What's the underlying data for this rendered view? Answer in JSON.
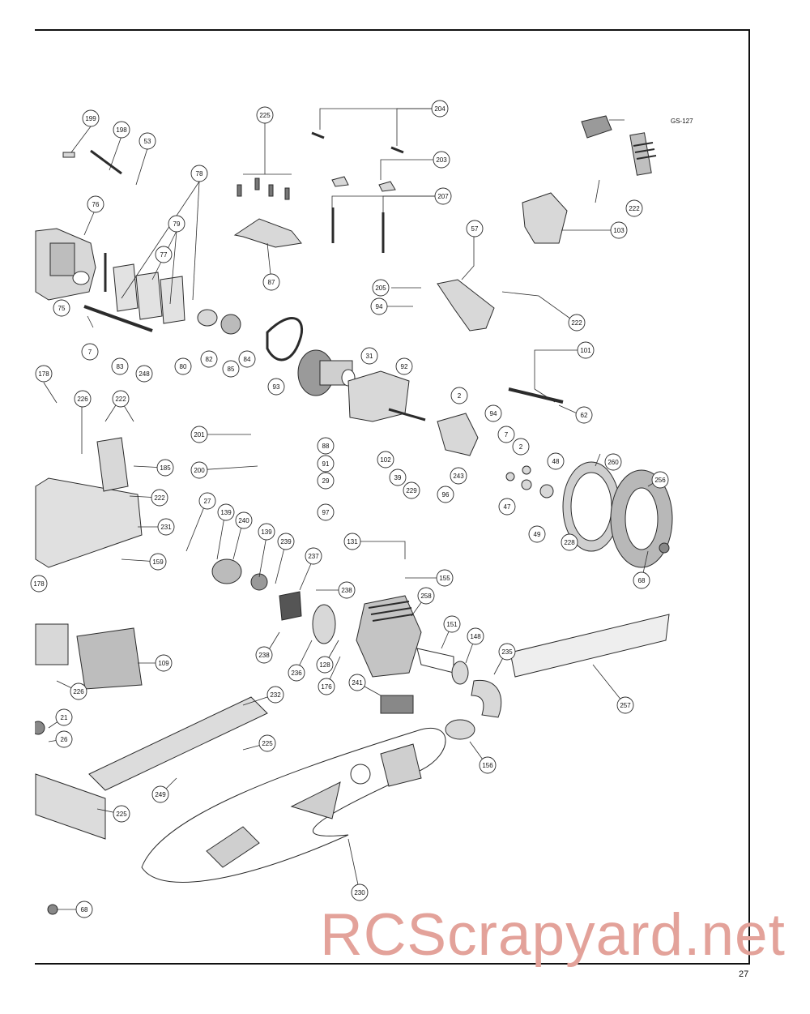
{
  "page": {
    "number": "27",
    "watermark": "RCScrapyard.net"
  },
  "gs_label": "GS-127",
  "callouts": [
    "199",
    "198",
    "53",
    "78",
    "79",
    "77",
    "76",
    "75",
    "7",
    "83",
    "248",
    "80",
    "82",
    "85",
    "84",
    "93",
    "225",
    "87",
    "204",
    "203",
    "207",
    "31",
    "92",
    "2",
    "94",
    "7",
    "2",
    "88",
    "91",
    "102",
    "39",
    "229",
    "243",
    "96",
    "47",
    "48",
    "49",
    "228",
    "260",
    "256",
    "68",
    "57",
    "205",
    "94",
    "222",
    "101",
    "62",
    "222",
    "103",
    "178",
    "226",
    "222",
    "185",
    "222",
    "231",
    "159",
    "178",
    "201",
    "200",
    "29",
    "97",
    "27",
    "139",
    "240",
    "139",
    "239",
    "237",
    "238",
    "238",
    "236",
    "128",
    "176",
    "131",
    "155",
    "258",
    "151",
    "148",
    "235",
    "241",
    "257",
    "109",
    "226",
    "232",
    "21",
    "26",
    "225",
    "249",
    "225",
    "156",
    "230",
    "68"
  ],
  "colors": {
    "line": "#2b2b2b",
    "part_fill": "#d8d8d8",
    "part_dark": "#6a6a6a",
    "watermark": "#e3a29a"
  }
}
